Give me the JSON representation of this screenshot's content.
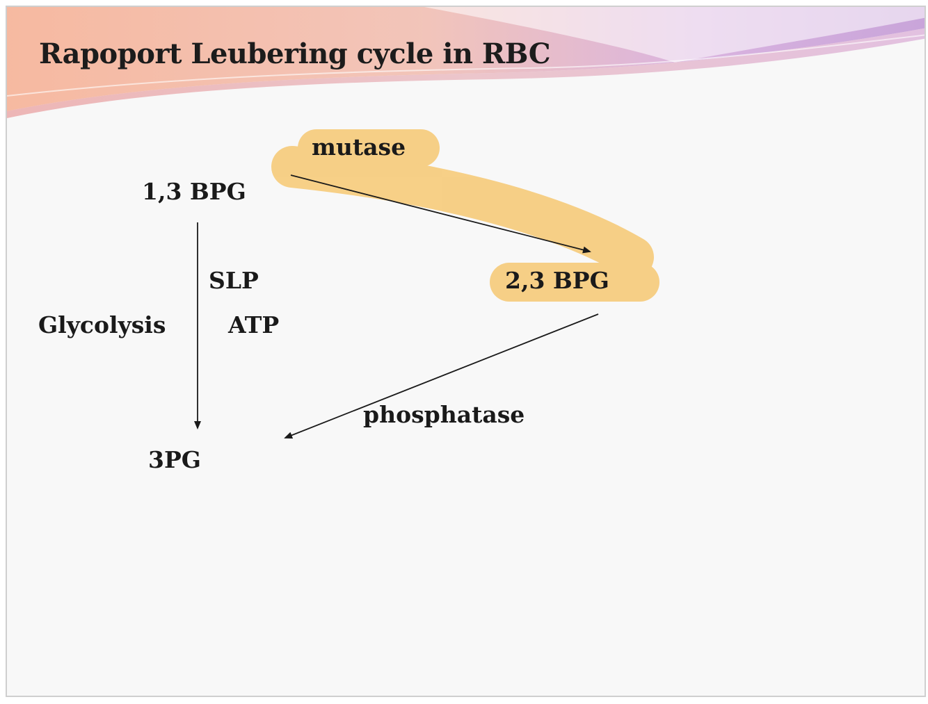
{
  "slide": {
    "title": "Rapoport Leubering cycle in RBC"
  },
  "nodes": {
    "bpg13": "1,3 BPG",
    "bpg23": "2,3 BPG",
    "pg3": "3PG"
  },
  "edge_labels": {
    "mutase": "mutase",
    "slp": "SLP",
    "atp": "ATP",
    "glycolysis": "Glycolysis",
    "phosphatase": "phosphatase"
  },
  "colors": {
    "highlight": "#f6c56a",
    "text": "#1a1a1a",
    "header_peach": "#f4b49a",
    "header_lavender": "#c9a6dc"
  }
}
